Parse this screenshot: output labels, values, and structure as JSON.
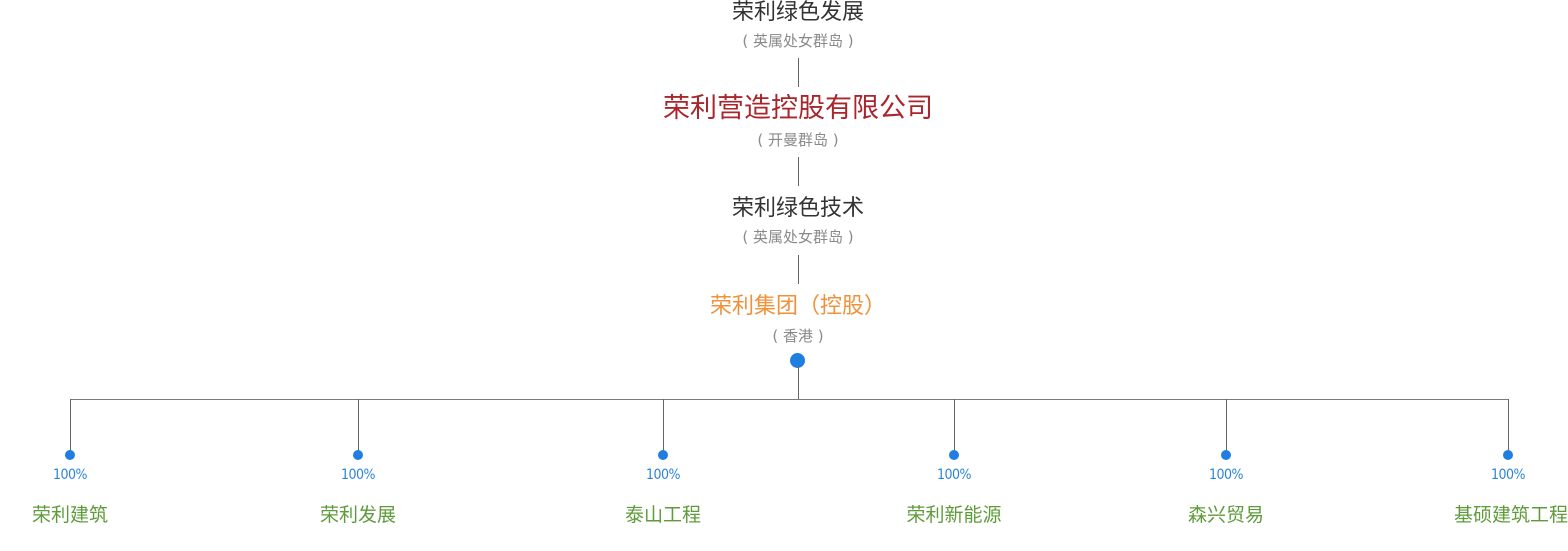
{
  "hierarchy": [
    {
      "name": "荣利绿色发展",
      "location": "( 英属处女群岛 )"
    },
    {
      "name": "荣利营造控股有限公司",
      "location": "( 开曼群岛 )"
    },
    {
      "name": "荣利绿色技术",
      "location": "( 英属处女群岛 )"
    },
    {
      "name": "荣利集团（控股）",
      "location": "( 香港 )"
    }
  ],
  "subsidiaries": [
    {
      "pct": "100%",
      "name": "荣利建筑"
    },
    {
      "pct": "100%",
      "name": "荣利发展"
    },
    {
      "pct": "100%",
      "name": "泰山工程"
    },
    {
      "pct": "100%",
      "name": "荣利新能源"
    },
    {
      "pct": "100%",
      "name": "森兴贸易"
    },
    {
      "pct": "100%",
      "name": "基硕建筑工程"
    }
  ],
  "colors": {
    "parent_highlight": "#a8262c",
    "hk_holding": "#f0923a",
    "dots": "#1e7fe0",
    "subsidiary_text": "#5f9b3b",
    "percent_text": "#2a84db"
  }
}
